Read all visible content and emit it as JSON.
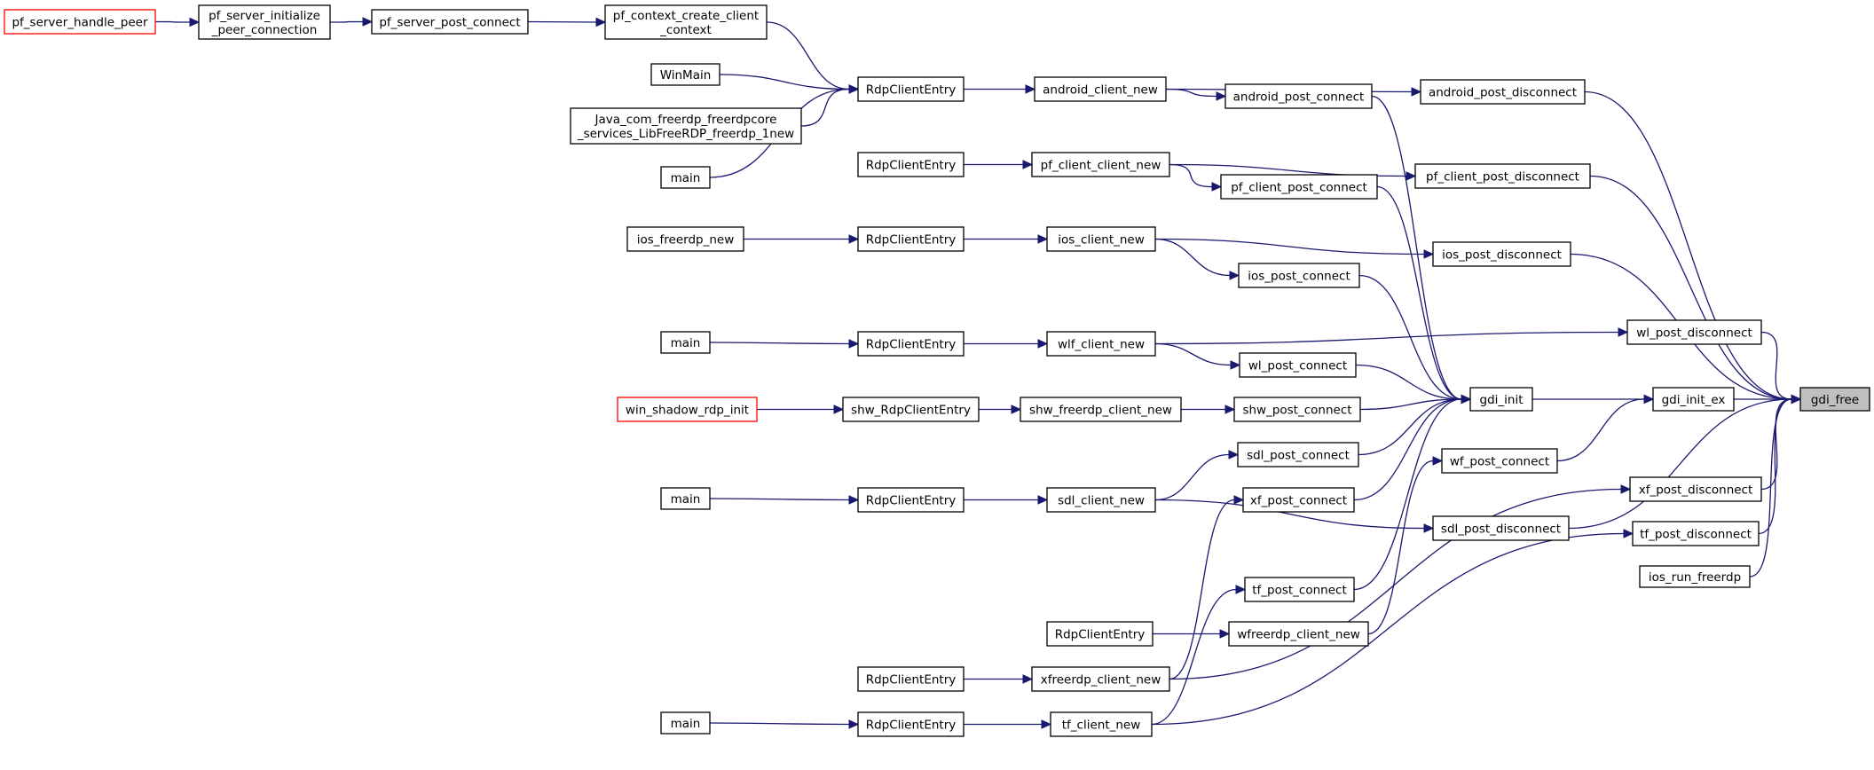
{
  "graph": {
    "title": "",
    "target": "gdi_free",
    "colors": {
      "edge": "#191970",
      "node_border": "#000000",
      "truncated_border": "#ff0000",
      "target_fill": "#bfbfbf"
    },
    "nodes": [
      {
        "id": "pf_server_handle_peer",
        "lines": [
          "pf_server_handle_peer"
        ],
        "style": "red"
      },
      {
        "id": "pf_server_initialize_peer_connection",
        "lines": [
          "pf_server_initialize",
          "_peer_connection"
        ]
      },
      {
        "id": "pf_server_post_connect",
        "lines": [
          "pf_server_post_connect"
        ]
      },
      {
        "id": "pf_context_create_client_context",
        "lines": [
          "pf_context_create_client",
          "_context"
        ]
      },
      {
        "id": "RdpClientEntry_1",
        "lines": [
          "RdpClientEntry"
        ]
      },
      {
        "id": "WinMain",
        "lines": [
          "WinMain"
        ]
      },
      {
        "id": "Java_com_freerdp",
        "lines": [
          "Java_com_freerdp_freerdpcore",
          "_services_LibFreeRDP_freerdp_1new"
        ]
      },
      {
        "id": "main_1",
        "lines": [
          "main"
        ]
      },
      {
        "id": "android_client_new",
        "lines": [
          "android_client_new"
        ]
      },
      {
        "id": "android_post_connect",
        "lines": [
          "android_post_connect"
        ]
      },
      {
        "id": "android_post_disconnect",
        "lines": [
          "android_post_disconnect"
        ]
      },
      {
        "id": "RdpClientEntry_2",
        "lines": [
          "RdpClientEntry"
        ]
      },
      {
        "id": "pf_client_client_new",
        "lines": [
          "pf_client_client_new"
        ]
      },
      {
        "id": "pf_client_post_connect",
        "lines": [
          "pf_client_post_connect"
        ]
      },
      {
        "id": "pf_client_post_disconnect",
        "lines": [
          "pf_client_post_disconnect"
        ]
      },
      {
        "id": "ios_freerdp_new",
        "lines": [
          "ios_freerdp_new"
        ]
      },
      {
        "id": "RdpClientEntry_3",
        "lines": [
          "RdpClientEntry"
        ]
      },
      {
        "id": "ios_client_new",
        "lines": [
          "ios_client_new"
        ]
      },
      {
        "id": "ios_post_disconnect",
        "lines": [
          "ios_post_disconnect"
        ]
      },
      {
        "id": "ios_post_connect",
        "lines": [
          "ios_post_connect"
        ]
      },
      {
        "id": "main_2",
        "lines": [
          "main"
        ]
      },
      {
        "id": "RdpClientEntry_4",
        "lines": [
          "RdpClientEntry"
        ]
      },
      {
        "id": "wlf_client_new",
        "lines": [
          "wlf_client_new"
        ]
      },
      {
        "id": "wl_post_disconnect",
        "lines": [
          "wl_post_disconnect"
        ]
      },
      {
        "id": "wl_post_connect",
        "lines": [
          "wl_post_connect"
        ]
      },
      {
        "id": "win_shadow_rdp_init",
        "lines": [
          "win_shadow_rdp_init"
        ],
        "style": "red"
      },
      {
        "id": "shw_RdpClientEntry",
        "lines": [
          "shw_RdpClientEntry"
        ]
      },
      {
        "id": "shw_freerdp_client_new",
        "lines": [
          "shw_freerdp_client_new"
        ]
      },
      {
        "id": "shw_post_connect",
        "lines": [
          "shw_post_connect"
        ]
      },
      {
        "id": "gdi_init",
        "lines": [
          "gdi_init"
        ]
      },
      {
        "id": "gdi_init_ex",
        "lines": [
          "gdi_init_ex"
        ]
      },
      {
        "id": "gdi_free",
        "lines": [
          "gdi_free"
        ],
        "style": "gray"
      },
      {
        "id": "sdl_post_connect",
        "lines": [
          "sdl_post_connect"
        ]
      },
      {
        "id": "wf_post_connect",
        "lines": [
          "wf_post_connect"
        ]
      },
      {
        "id": "main_3",
        "lines": [
          "main"
        ]
      },
      {
        "id": "RdpClientEntry_5",
        "lines": [
          "RdpClientEntry"
        ]
      },
      {
        "id": "sdl_client_new",
        "lines": [
          "sdl_client_new"
        ]
      },
      {
        "id": "xf_post_connect",
        "lines": [
          "xf_post_connect"
        ]
      },
      {
        "id": "xf_post_disconnect",
        "lines": [
          "xf_post_disconnect"
        ]
      },
      {
        "id": "sdl_post_disconnect",
        "lines": [
          "sdl_post_disconnect"
        ]
      },
      {
        "id": "tf_post_disconnect",
        "lines": [
          "tf_post_disconnect"
        ]
      },
      {
        "id": "ios_run_freerdp",
        "lines": [
          "ios_run_freerdp"
        ]
      },
      {
        "id": "tf_post_connect",
        "lines": [
          "tf_post_connect"
        ]
      },
      {
        "id": "RdpClientEntry_6",
        "lines": [
          "RdpClientEntry"
        ]
      },
      {
        "id": "wfreerdp_client_new",
        "lines": [
          "wfreerdp_client_new"
        ]
      },
      {
        "id": "RdpClientEntry_7",
        "lines": [
          "RdpClientEntry"
        ]
      },
      {
        "id": "xfreerdp_client_new",
        "lines": [
          "xfreerdp_client_new"
        ]
      },
      {
        "id": "main_4",
        "lines": [
          "main"
        ]
      },
      {
        "id": "RdpClientEntry_8",
        "lines": [
          "RdpClientEntry"
        ]
      },
      {
        "id": "tf_client_new",
        "lines": [
          "tf_client_new"
        ]
      }
    ],
    "edges": [
      [
        "pf_server_handle_peer",
        "pf_server_initialize_peer_connection"
      ],
      [
        "pf_server_initialize_peer_connection",
        "pf_server_post_connect"
      ],
      [
        "pf_server_post_connect",
        "pf_context_create_client_context"
      ],
      [
        "pf_context_create_client_context",
        "RdpClientEntry_1"
      ],
      [
        "WinMain",
        "RdpClientEntry_1"
      ],
      [
        "Java_com_freerdp",
        "RdpClientEntry_1"
      ],
      [
        "main_1",
        "RdpClientEntry_1"
      ],
      [
        "RdpClientEntry_1",
        "android_client_new"
      ],
      [
        "android_client_new",
        "android_post_connect"
      ],
      [
        "android_client_new",
        "android_post_disconnect"
      ],
      [
        "android_post_connect",
        "gdi_init"
      ],
      [
        "android_post_disconnect",
        "gdi_free"
      ],
      [
        "RdpClientEntry_2",
        "pf_client_client_new"
      ],
      [
        "pf_client_client_new",
        "pf_client_post_connect"
      ],
      [
        "pf_client_client_new",
        "pf_client_post_disconnect"
      ],
      [
        "pf_client_post_connect",
        "gdi_init"
      ],
      [
        "pf_client_post_disconnect",
        "gdi_free"
      ],
      [
        "ios_freerdp_new",
        "RdpClientEntry_3"
      ],
      [
        "RdpClientEntry_3",
        "ios_client_new"
      ],
      [
        "ios_client_new",
        "ios_post_disconnect"
      ],
      [
        "ios_client_new",
        "ios_post_connect"
      ],
      [
        "ios_post_connect",
        "gdi_init"
      ],
      [
        "ios_post_disconnect",
        "gdi_free"
      ],
      [
        "main_2",
        "RdpClientEntry_4"
      ],
      [
        "RdpClientEntry_4",
        "wlf_client_new"
      ],
      [
        "wlf_client_new",
        "wl_post_disconnect"
      ],
      [
        "wlf_client_new",
        "wl_post_connect"
      ],
      [
        "wl_post_connect",
        "gdi_init"
      ],
      [
        "wl_post_disconnect",
        "gdi_free"
      ],
      [
        "win_shadow_rdp_init",
        "shw_RdpClientEntry"
      ],
      [
        "shw_RdpClientEntry",
        "shw_freerdp_client_new"
      ],
      [
        "shw_freerdp_client_new",
        "shw_post_connect"
      ],
      [
        "shw_post_connect",
        "gdi_init"
      ],
      [
        "gdi_init",
        "gdi_init_ex"
      ],
      [
        "gdi_init_ex",
        "gdi_free"
      ],
      [
        "sdl_post_connect",
        "gdi_init"
      ],
      [
        "wf_post_connect",
        "gdi_init_ex"
      ],
      [
        "xf_post_connect",
        "gdi_init"
      ],
      [
        "tf_post_connect",
        "gdi_init"
      ],
      [
        "main_3",
        "RdpClientEntry_5"
      ],
      [
        "RdpClientEntry_5",
        "sdl_client_new"
      ],
      [
        "sdl_client_new",
        "sdl_post_connect"
      ],
      [
        "sdl_client_new",
        "sdl_post_disconnect"
      ],
      [
        "sdl_post_disconnect",
        "gdi_free"
      ],
      [
        "xf_post_disconnect",
        "gdi_free"
      ],
      [
        "tf_post_disconnect",
        "gdi_free"
      ],
      [
        "ios_run_freerdp",
        "gdi_free"
      ],
      [
        "RdpClientEntry_6",
        "wfreerdp_client_new"
      ],
      [
        "wfreerdp_client_new",
        "wf_post_connect"
      ],
      [
        "RdpClientEntry_7",
        "xfreerdp_client_new"
      ],
      [
        "xfreerdp_client_new",
        "xf_post_connect"
      ],
      [
        "xfreerdp_client_new",
        "xf_post_disconnect"
      ],
      [
        "main_4",
        "RdpClientEntry_8"
      ],
      [
        "RdpClientEntry_8",
        "tf_client_new"
      ],
      [
        "tf_client_new",
        "tf_post_connect"
      ],
      [
        "tf_client_new",
        "tf_post_disconnect"
      ]
    ]
  }
}
